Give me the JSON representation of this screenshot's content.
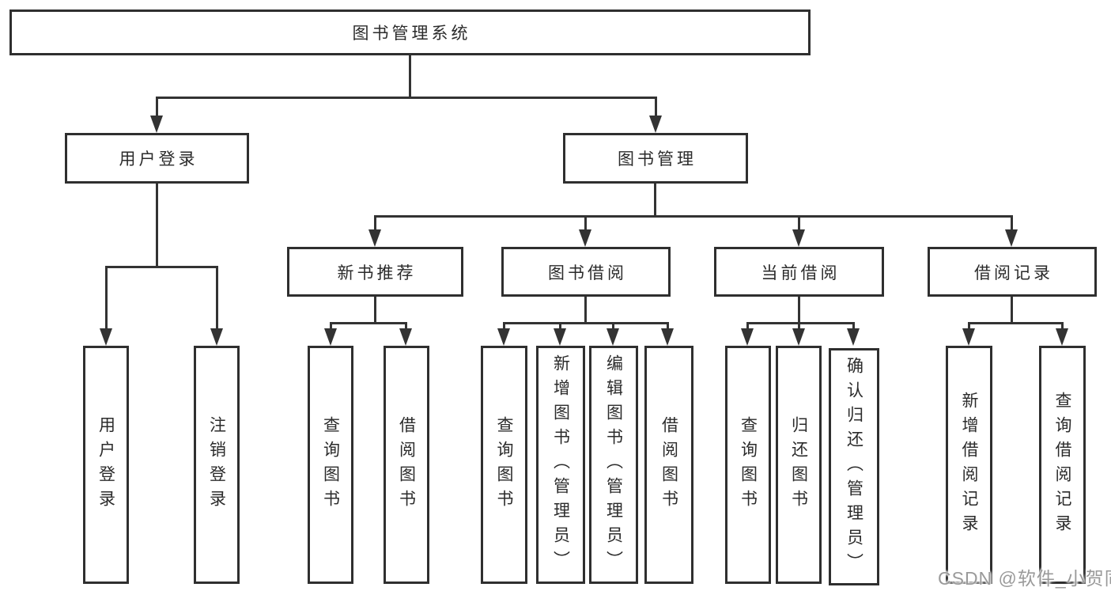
{
  "diagram": {
    "title": "图书管理系统",
    "nodes": {
      "root": {
        "label": "图书管理系统"
      },
      "user_login": {
        "label": "用户登录"
      },
      "book_mgmt": {
        "label": "图书管理"
      },
      "new_book_rec": {
        "label": "新书推荐"
      },
      "book_borrow": {
        "label": "图书借阅"
      },
      "current_borrow": {
        "label": "当前借阅"
      },
      "borrow_records": {
        "label": "借阅记录"
      },
      "leaf_user_login": {
        "label": "用户登录"
      },
      "leaf_logout": {
        "label": "注销登录"
      },
      "leaf_query_books_rec": {
        "label": "查询图书"
      },
      "leaf_borrow_books_rec": {
        "label": "借阅图书"
      },
      "leaf_query_books_borrow": {
        "label": "查询图书"
      },
      "leaf_add_books": {
        "label": "新增图书（管理员）"
      },
      "leaf_edit_books": {
        "label": "编辑图书（管理员）"
      },
      "leaf_borrow_books": {
        "label": "借阅图书"
      },
      "leaf_query_books_current": {
        "label": "查询图书"
      },
      "leaf_return_books": {
        "label": "归还图书"
      },
      "leaf_confirm_return": {
        "label": "确认归还（管理员）"
      },
      "leaf_add_borrow_record": {
        "label": "新增借阅记录"
      },
      "leaf_query_borrow_record": {
        "label": "查询借阅记录"
      }
    },
    "watermark": "CSDN @软件_小贺同学",
    "colors": {
      "line": "#333333",
      "box_border": "#2f2f2f",
      "box_background": "#ffffff",
      "text": "#2b2b2b",
      "watermark_text": "#9a9a9a"
    }
  }
}
